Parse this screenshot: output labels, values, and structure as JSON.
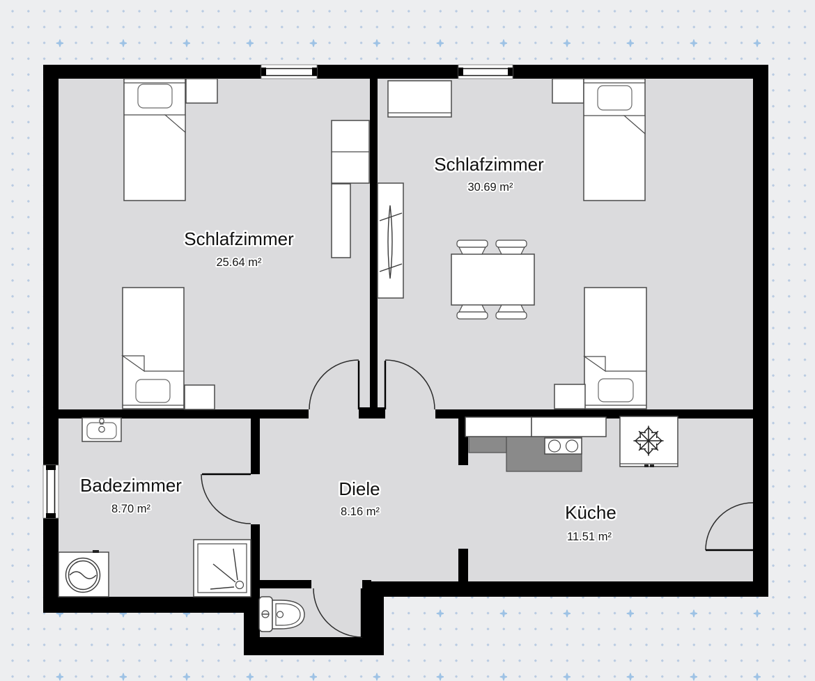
{
  "canvas": {
    "background_color": "#edeef0",
    "floor_color": "#dbdbdd",
    "wall_color": "#000000",
    "grid_dot_color": "#b9cbe2",
    "grid_cross_color": "#9dc2e5",
    "worktop_color": "#8a8a8a"
  },
  "rooms": [
    {
      "name": "Schlafzimmer",
      "area": "25.64 m²"
    },
    {
      "name": "Schlafzimmer",
      "area": "30.69 m²"
    },
    {
      "name": "Badezimmer",
      "area": "8.70 m²"
    },
    {
      "name": "Diele",
      "area": "8.16 m²"
    },
    {
      "name": "Küche",
      "area": "11.51 m²"
    }
  ]
}
